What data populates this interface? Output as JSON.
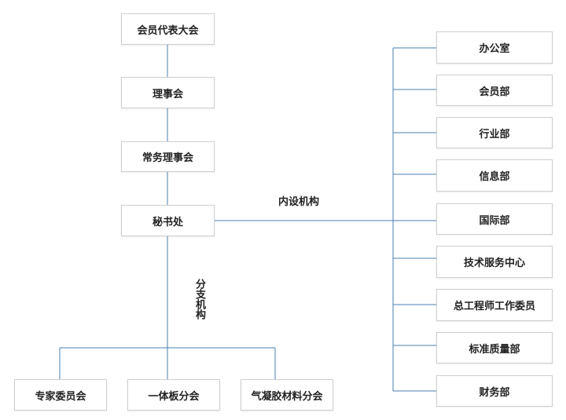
{
  "main_chain": [
    "会员代表大会",
    "理事会",
    "常务理事会",
    "秘书处"
  ],
  "internal_label": "内设机构",
  "internal_units": [
    "办公室",
    "会员部",
    "行业部",
    "信息部",
    "国际部",
    "技术服务中心",
    "总工程师工作委员",
    "标准质量部",
    "财务部"
  ],
  "branch_label": "分支机构",
  "branches": [
    "专家委员会",
    "一体板分会",
    "气凝胶材料分会"
  ],
  "colors": {
    "connector": "#4a7fb0",
    "border": "#cfcfcf"
  }
}
